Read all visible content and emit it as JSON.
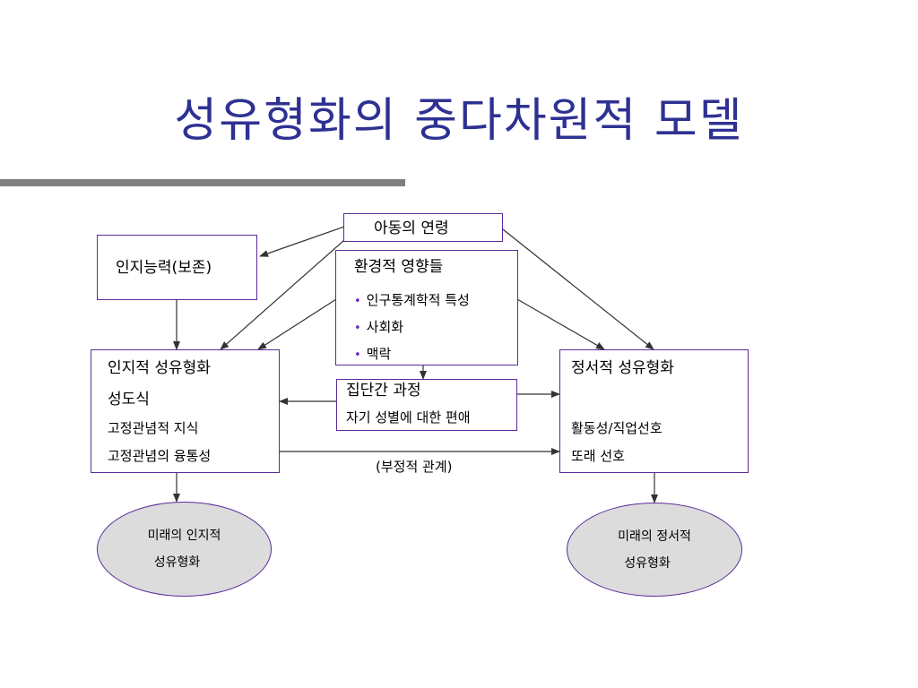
{
  "title": "성유형화의 중다차원적 모델",
  "nodes": {
    "age": {
      "label": "아동의 연령"
    },
    "cognitive_ability": {
      "label": "인지능력(보존)"
    },
    "environment": {
      "label": "환경적 영향들",
      "items": [
        "인구통계학적 특성",
        "사회화",
        "맥락"
      ]
    },
    "intergroup": {
      "label": "집단간 과정",
      "sub": "자기 성별에 대한 편애"
    },
    "cognitive_typing": {
      "label": "인지적 성유형화",
      "sub_label": "성도식",
      "items": [
        "고정관념적 지식",
        "고정관념의 융통성"
      ]
    },
    "affective_typing": {
      "label": "정서적 성유형화",
      "items": [
        "활동성/직업선호",
        "또래 선호"
      ]
    },
    "future_cognitive": {
      "lines": [
        "미래의 인지적",
        "성유형화"
      ]
    },
    "future_affective": {
      "lines": [
        "미래의 정서적",
        "성유형화"
      ]
    }
  },
  "edge_labels": {
    "negative_relation": "(부정적 관계)"
  },
  "colors": {
    "title": "#2e3192",
    "border": "#5b2c9a",
    "ellipse_fill": "#dcdcdc",
    "arrow": "#333333",
    "rule": "#7f7f7f"
  }
}
